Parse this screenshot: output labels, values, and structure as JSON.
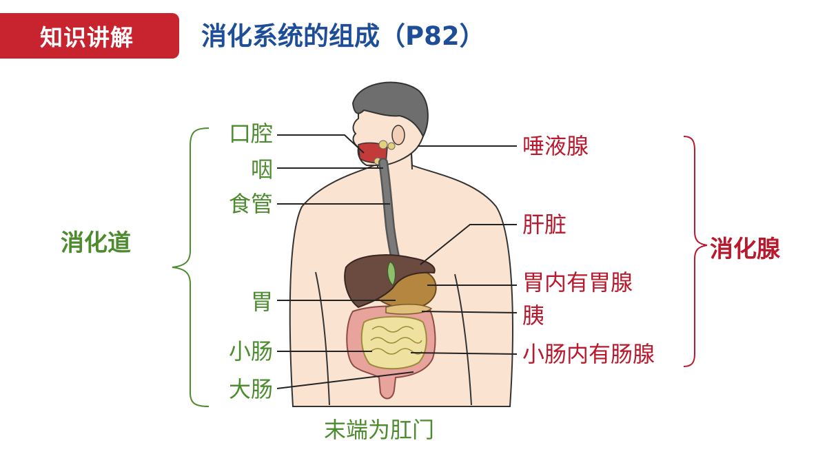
{
  "header": {
    "badge": "知识讲解",
    "title": "消化系统的组成（P82）"
  },
  "groups": {
    "tract": "消化道",
    "glands": "消化腺"
  },
  "tract_labels": {
    "mouth": "口腔",
    "pharynx": "咽",
    "esophagus": "食管",
    "stomach": "胃",
    "small_intestine": "小肠",
    "large_intestine": "大肠"
  },
  "gland_labels": {
    "salivary": "唾液腺",
    "liver": "肝脏",
    "gastric": "胃内有胃腺",
    "pancreas": "胰",
    "intestinal": "小肠内有肠腺"
  },
  "footer_note": "末端为肛门",
  "colors": {
    "badge_bg": "#c8242f",
    "title": "#1f4e99",
    "tract_green": "#4c8b2e",
    "gland_red": "#b8192c",
    "skin": "#fbe3d2",
    "hair": "#6e6e6e",
    "liver": "#6b4a3f",
    "stomach": "#b48640",
    "large_intestine": "#e7a39c",
    "small_intestine": "#efe2a0"
  },
  "icons": [
    "human-torso-illustration"
  ]
}
